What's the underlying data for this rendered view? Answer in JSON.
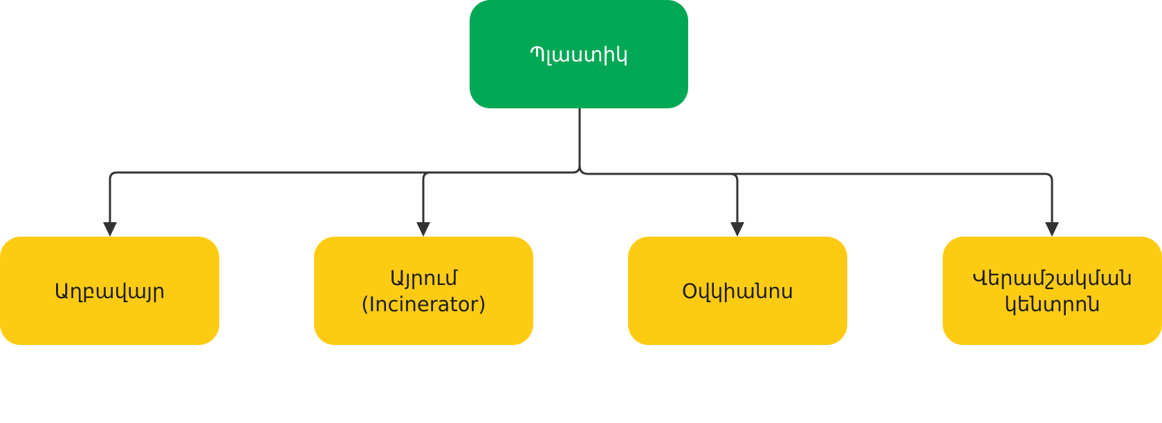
{
  "root": {
    "label": "Պլաստիկ",
    "color": "#00a855"
  },
  "children": [
    {
      "label": "Աղբավայր"
    },
    {
      "label": "Այրում (Incinerator)"
    },
    {
      "label": "Օվկիանոս"
    },
    {
      "label": "Վերամշակման կենտրոն"
    }
  ],
  "child_color": "#fecb13",
  "edge_color": "#333333"
}
